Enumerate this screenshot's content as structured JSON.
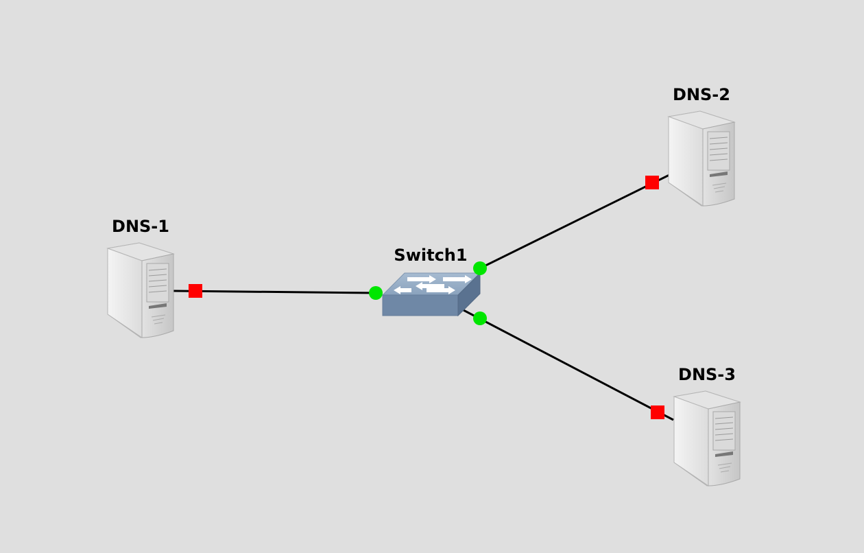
{
  "topology": {
    "background_color": "#dfdfdf",
    "nodes": [
      {
        "id": "dns-1",
        "label": "DNS-1",
        "kind": "server-icon"
      },
      {
        "id": "switch1",
        "label": "Switch1",
        "kind": "switch-icon"
      },
      {
        "id": "dns-2",
        "label": "DNS-2",
        "kind": "server-icon"
      },
      {
        "id": "dns-3",
        "label": "DNS-3",
        "kind": "server-icon"
      }
    ],
    "links": [
      {
        "from": "dns-1",
        "to": "switch1",
        "from_status": "down",
        "to_status": "up"
      },
      {
        "from": "switch1",
        "to": "dns-2",
        "from_status": "up",
        "to_status": "down"
      },
      {
        "from": "switch1",
        "to": "dns-3",
        "from_status": "up",
        "to_status": "down"
      }
    ],
    "status_colors": {
      "up": "#00e600",
      "down": "#ff0000"
    },
    "link_color": "#000000"
  }
}
